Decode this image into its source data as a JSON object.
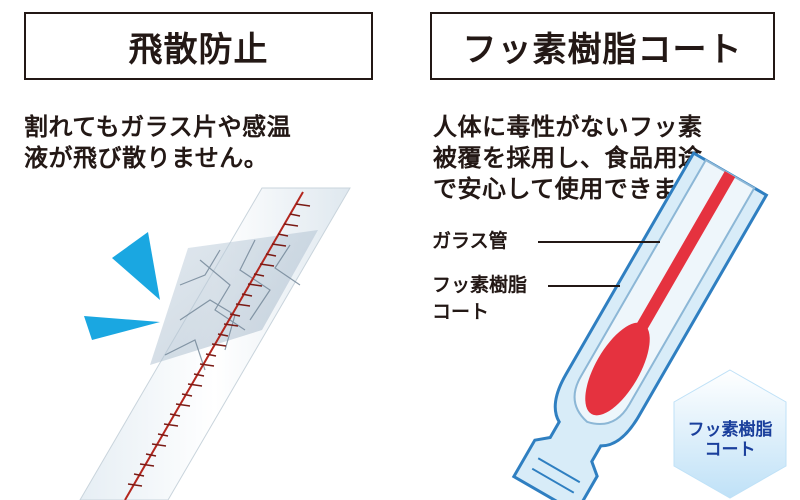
{
  "left_panel": {
    "title": "飛散防止",
    "description": "割れてもガラス片や感温\n液が飛び散りません。"
  },
  "right_panel": {
    "title": "フッ素樹脂コート",
    "description": "人体に毒性がないフッ素\n被覆を採用し、食品用途\nで安心して使用できます。",
    "label_glass": "ガラス管",
    "label_fluoro": "フッ素樹脂\nコート",
    "badge": "フッ素樹脂\nコート"
  },
  "colors": {
    "accent_blue": "#1aa7e1",
    "liquid_red": "#e5323f",
    "tube_blue": "#9fcbe6",
    "badge_text": "#1a3f9c"
  }
}
